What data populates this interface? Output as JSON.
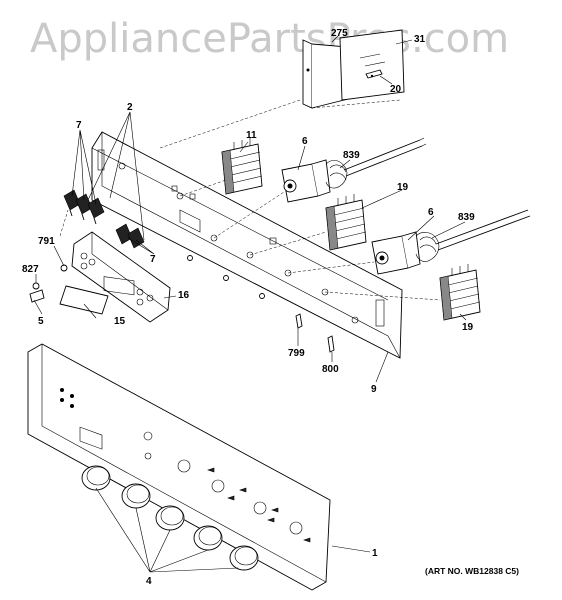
{
  "watermark": "AppliancePartsPros.com",
  "art_number": "(ART NO. WB12838 C5)",
  "callouts": [
    {
      "id": "275",
      "label": "275"
    },
    {
      "id": "31",
      "label": "31"
    },
    {
      "id": "20",
      "label": "20"
    },
    {
      "id": "2",
      "label": "2"
    },
    {
      "id": "7a",
      "label": "7"
    },
    {
      "id": "11",
      "label": "11"
    },
    {
      "id": "6a",
      "label": "6"
    },
    {
      "id": "839a",
      "label": "839"
    },
    {
      "id": "19a",
      "label": "19"
    },
    {
      "id": "6b",
      "label": "6"
    },
    {
      "id": "839b",
      "label": "839"
    },
    {
      "id": "7b",
      "label": "7"
    },
    {
      "id": "791",
      "label": "791"
    },
    {
      "id": "827",
      "label": "827"
    },
    {
      "id": "16",
      "label": "16"
    },
    {
      "id": "5",
      "label": "5"
    },
    {
      "id": "15",
      "label": "15"
    },
    {
      "id": "19b",
      "label": "19"
    },
    {
      "id": "799",
      "label": "799"
    },
    {
      "id": "800",
      "label": "800"
    },
    {
      "id": "9",
      "label": "9"
    },
    {
      "id": "1",
      "label": "1"
    },
    {
      "id": "4",
      "label": "4"
    }
  ]
}
